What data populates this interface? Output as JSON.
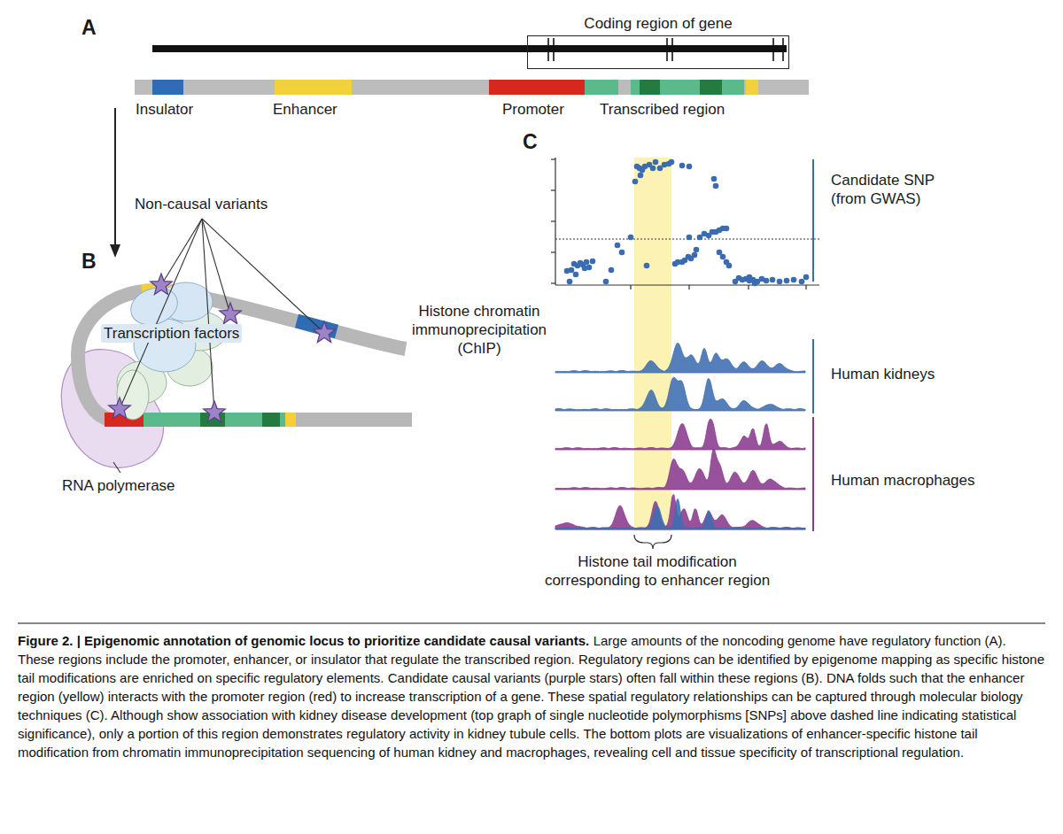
{
  "diagram": {
    "title": "Figure 2. | Epigenomic annotation of genomic locus to prioritize candidate causal variants.",
    "caption": "Large amounts of the noncoding genome have regulatory function (A). These regions include the promoter, enhancer, or insulator that regulate the transcribed region. Regulatory regions can be identified by epigenome mapping as specific histone tail modifications are enriched on specific regulatory elements. Candidate causal variants (purple stars) often fall within these regions (B). DNA folds such that the enhancer region (yellow) interacts with the promoter region (red) to increase transcription of a gene. These spatial regulatory relationships can be captured through molecular biology techniques (C). Although show association with kidney disease development (top graph of single nucleotide polymorphisms [SNPs] above dashed line indicating statistical significance), only a portion of this region demonstrates regulatory activity in kidney tubule cells. The bottom plots are visualizations of enhancer-specific histone tail modification from chromatin immunoprecipitation sequencing of human kidney and macrophages, revealing cell and tissue specificity of transcriptional regulation.",
    "nodes": [
      {
        "text": [
          "Coding region of gene"
        ]
      }
    ],
    "labels": [
      "A",
      "Insulator",
      "Enhancer",
      "Promoter",
      "Transcribed region",
      "B",
      "Non-causal variants",
      "Transcription factors",
      "RNA polymerase",
      "C",
      "Histone chromatin immunoprecipitation (ChIP)",
      "Candidate SNP (from GWAS)",
      "Human kidneys",
      "Human macrophages",
      "Histone tail modification corresponding to enhancer region"
    ]
  }
}
